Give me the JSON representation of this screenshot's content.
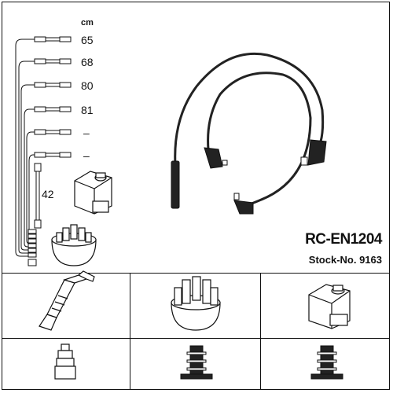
{
  "header": {
    "unit_label": "cm"
  },
  "lengths": [
    {
      "value": "65"
    },
    {
      "value": "68"
    },
    {
      "value": "80"
    },
    {
      "value": "81"
    },
    {
      "value": "–"
    },
    {
      "value": "–"
    }
  ],
  "coil_wire_length": "42",
  "product": {
    "code": "RC-EN1204",
    "stock": "Stock-No. 9163"
  },
  "bottom_panels": [
    "spark-plug",
    "distributor-cap",
    "ignition-coil"
  ],
  "colors": {
    "line": "#111111",
    "fill": "#ffffff"
  }
}
